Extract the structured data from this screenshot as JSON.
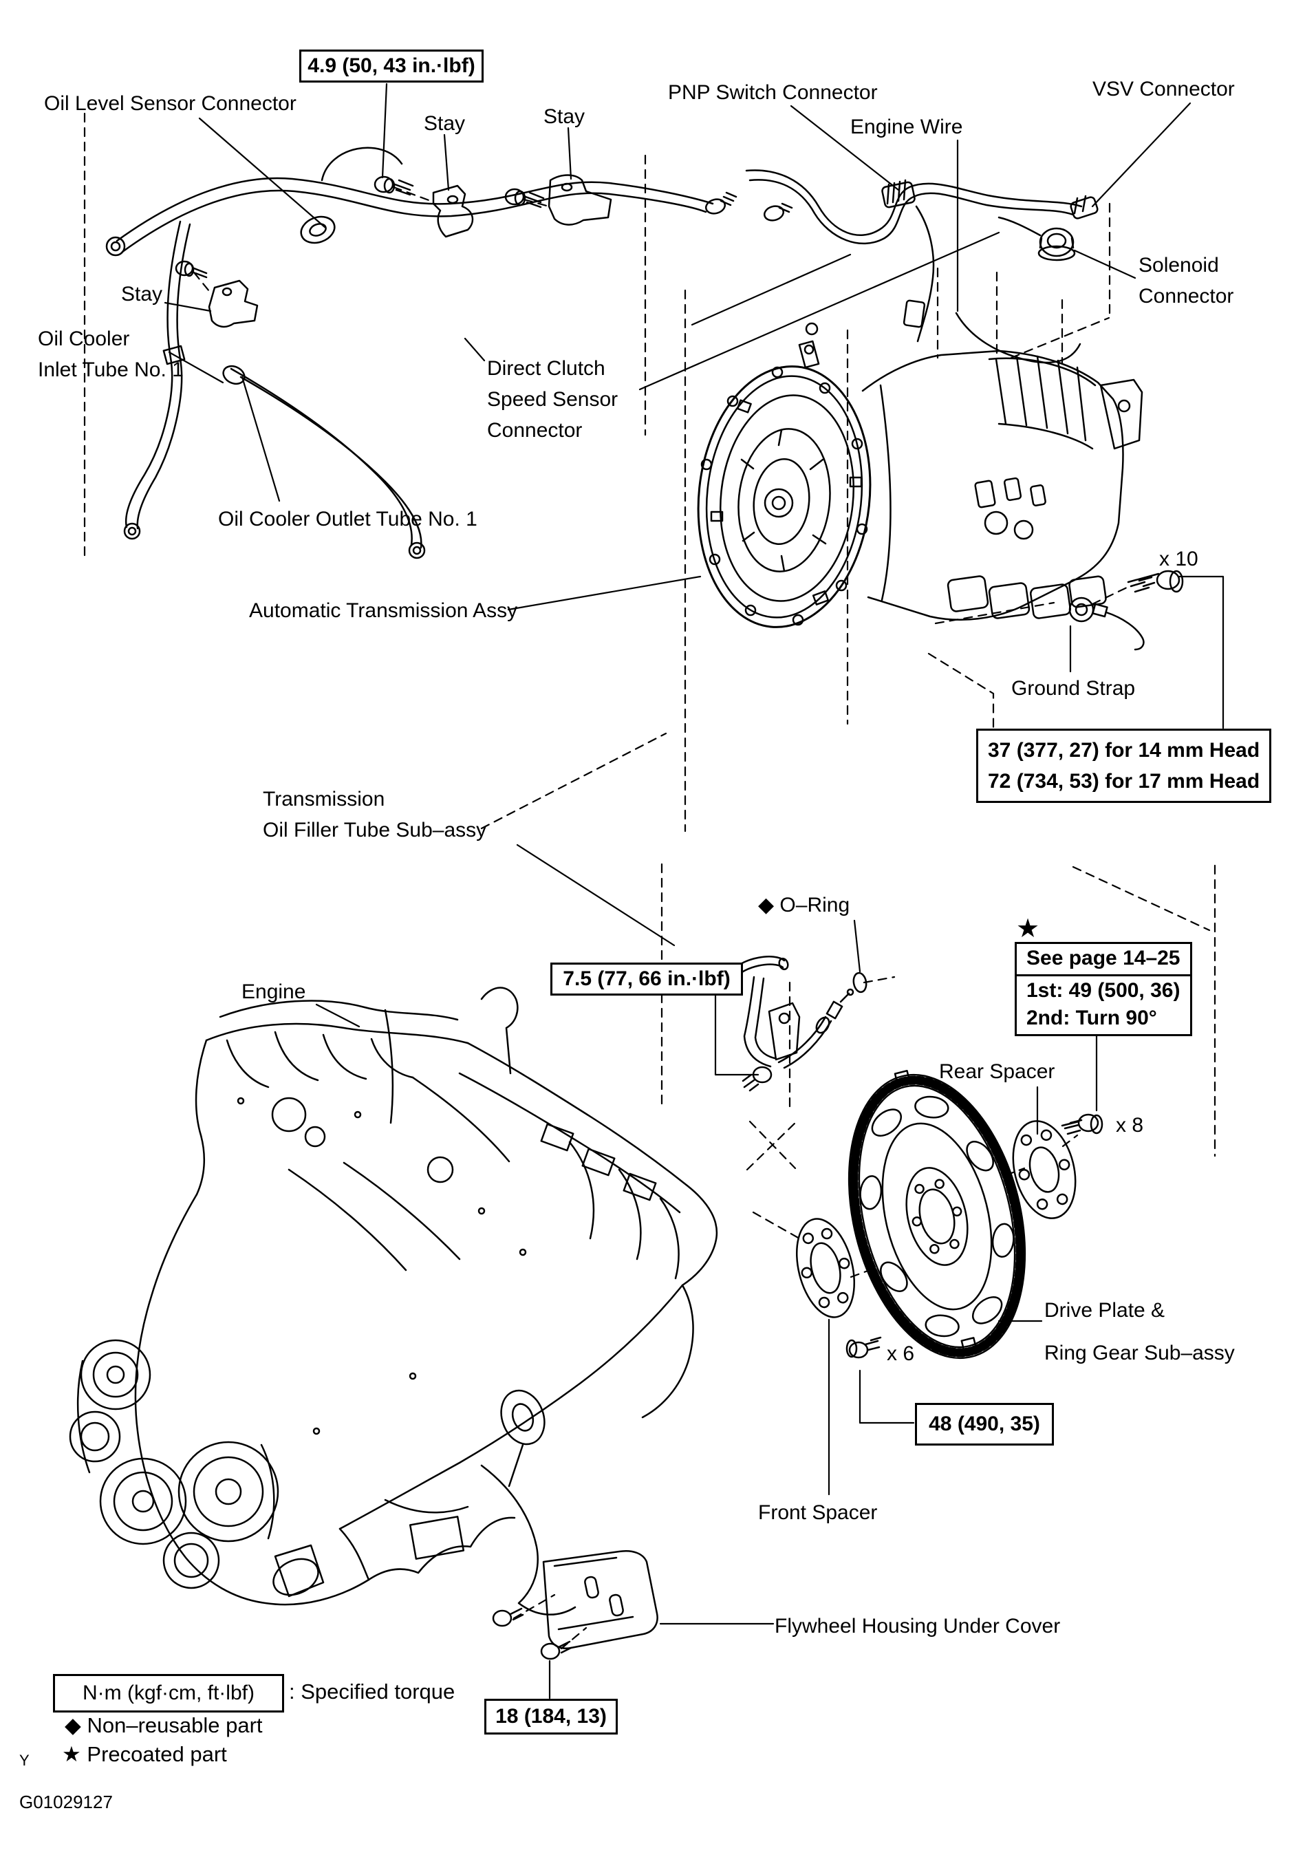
{
  "colors": {
    "background": "#ffffff",
    "ink": "#000000"
  },
  "labels": {
    "oil_level_sensor_connector": "Oil Level Sensor Connector",
    "stay": "Stay",
    "pnp_switch_connector": "PNP Switch Connector",
    "engine_wire": "Engine Wire",
    "vsv_connector": "VSV Connector",
    "solenoid_connector": {
      "line1": "Solenoid",
      "line2": "Connector"
    },
    "oil_cooler_inlet_tube": {
      "line1": "Oil Cooler",
      "line2": "Inlet Tube No. 1"
    },
    "direct_clutch_speed_sensor": {
      "line1": "Direct Clutch",
      "line2": "Speed Sensor",
      "line3": "Connector"
    },
    "oil_cooler_outlet_tube": "Oil Cooler Outlet Tube No. 1",
    "automatic_transmission_assy": "Automatic Transmission Assy",
    "ground_strap": "Ground Strap",
    "transmission_oil_filler_tube": {
      "line1": "Transmission",
      "line2": "Oil Filler Tube Sub–assy"
    },
    "engine": "Engine",
    "o_ring": "O–Ring",
    "rear_spacer": "Rear Spacer",
    "drive_plate_ring_gear": {
      "line1": "Drive Plate &",
      "line2": "Ring Gear Sub–assy"
    },
    "front_spacer": "Front Spacer",
    "flywheel_housing_under_cover": "Flywheel Housing Under Cover"
  },
  "counts": {
    "transmission_bolts": "x 10",
    "drive_plate_bolts": "x 8",
    "front_spacer_bolts": "x 6"
  },
  "torque_specs": {
    "stay_bolt": "4.9 (50, 43 in.·lbf)",
    "transmission_bolt_14mm": "37 (377, 27) for 14 mm Head",
    "transmission_bolt_17mm": "72 (734, 53) for 17 mm Head",
    "filler_tube_bolt": "7.5 (77, 66 in.·lbf)",
    "drive_plate_see_page": "See page 14–25",
    "drive_plate_1st": "1st: 49 (500, 36)",
    "drive_plate_2nd": "2nd: Turn 90°",
    "front_spacer_bolt": "48 (490, 35)",
    "under_cover_bolt": "18 (184, 13)"
  },
  "symbols": {
    "diamond": "◆",
    "star": "★"
  },
  "legend": {
    "torque_units": "N·m (kgf·cm, ft·lbf)",
    "torque_meaning": ": Specified torque",
    "non_reusable": "Non–reusable part",
    "precoated": "Precoated part"
  },
  "footer": {
    "page_mark": "Y",
    "figure_code": "G01029127"
  }
}
